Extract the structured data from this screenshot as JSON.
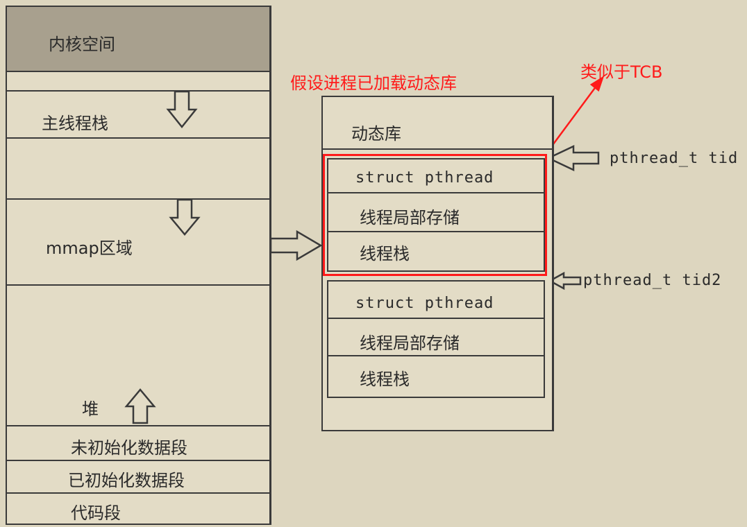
{
  "memory_layout": {
    "kernel_space": "内核空间",
    "main_thread_stack": "主线程栈",
    "mmap_region": "mmap区域",
    "heap": "堆",
    "bss": "未初始化数据段",
    "data": "已初始化数据段",
    "text": "代码段"
  },
  "annotations": {
    "assumption": "假设进程已加载动态库",
    "tcb_note": "类似于TCB"
  },
  "dynamic_library": {
    "title": "动态库",
    "threads": [
      {
        "struct_label": "struct pthread",
        "tls_label": "线程局部存储",
        "stack_label": "线程栈",
        "handle": "pthread_t tid"
      },
      {
        "struct_label": "struct pthread",
        "tls_label": "线程局部存储",
        "stack_label": "线程栈",
        "handle": "pthread_t tid2"
      }
    ]
  },
  "colors": {
    "background": "#ddd6bf",
    "kernel_fill": "#a8a08e",
    "highlight": "#ff1a1a"
  }
}
